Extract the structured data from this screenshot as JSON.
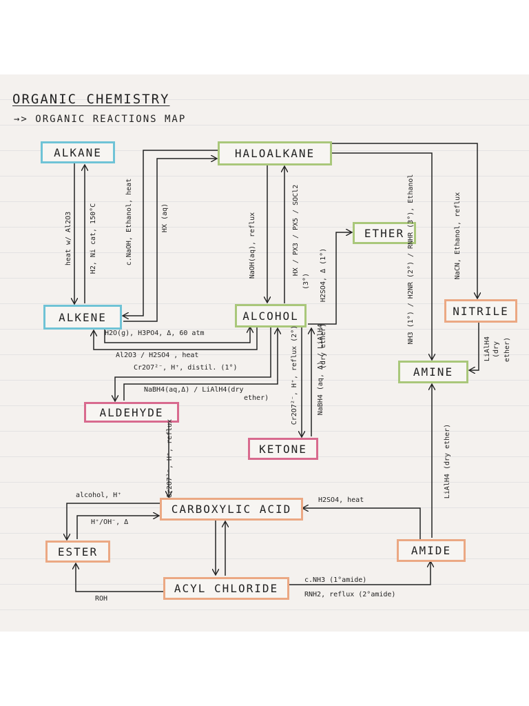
{
  "header": {
    "title": "ORGANIC CHEMISTRY",
    "subtitle": "→> ORGANIC REACTIONS MAP"
  },
  "nodes": {
    "alkane": "ALKANE",
    "haloalkane": "HALOALKANE",
    "ether": "ETHER",
    "alkene": "ALKENE",
    "alcohol": "ALCOHOL",
    "nitrile": "NITRILE",
    "amine": "AMINE",
    "aldehyde": "ALDEHYDE",
    "ketone": "KETONE",
    "carboxylic_acid": "CARBOXYLIC ACID",
    "ester": "ESTER",
    "amide": "AMIDE",
    "acyl_chloride": "ACYL CHLORIDE"
  },
  "labels": {
    "heat_al2o3": "heat w/ Al2O3",
    "h2_ni": "H2, Ni cat, 150°C",
    "c_naoh": "c.NaOH, Ethanol, heat",
    "hx_aq": "HX (aq)",
    "naoh_reflux": "NaOH(aq), reflux",
    "hx_px3": "HX / PX3 / PX5 / SOCl2",
    "three_deg": "(3°)",
    "h2so4_ether": "H2SO4, Δ (1°)",
    "nh3_amine": "NH3 (1°) / H2NR (2°) / RNHR (3°), Ethanol",
    "nacn": "NaCN, Ethanol, reflux",
    "lialh4_nitrile_1": "LiAlH4",
    "lialh4_nitrile_2": "(dry",
    "lialh4_nitrile_3": "ether)",
    "h2o_g": "H2O(g), H3PO4, Δ, 60 atm",
    "al2o3_h2so4": "Al2O3 / H2SO4 , heat",
    "cr2o7_distil": "Cr2O7²⁻, H⁺, distil. (1°)",
    "nabh4_aldehyde_1": "NaBH4(aq,Δ) / LiAlH4(dry",
    "nabh4_aldehyde_2": "ether)",
    "cr2o7_ketone": "Cr2O7²⁻, H⁺, reflux (2°)",
    "nabh4_ketone_1": "NaBH4 (aq, Δ) / LiAlH4",
    "nabh4_ketone_2": "(dry ether)",
    "cr2o7_acid": "Cr2O7²⁻, H⁺, reflux",
    "lialh4_amide": "LiAlH4 (dry ether)",
    "alcohol_h": "alcohol, H⁺",
    "h_oh": "H⁺/OH⁻, Δ",
    "h2so4_heat": "H2SO4, heat",
    "roh": "ROH",
    "c_nh3": "c.NH3 (1°amide)",
    "rnh2": "RNH2, reflux (2°amide)"
  }
}
